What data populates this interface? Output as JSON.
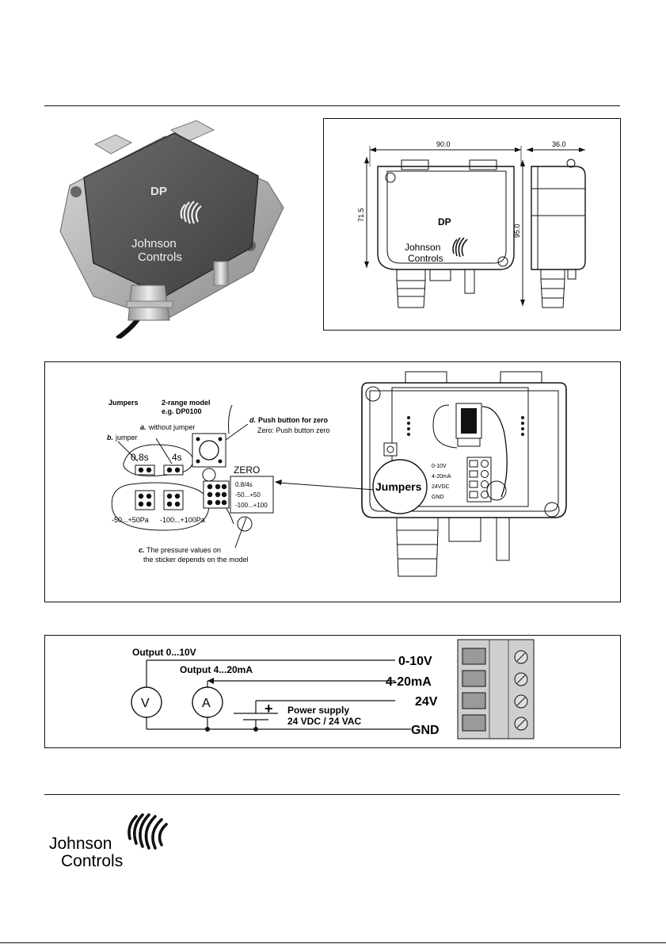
{
  "dimensions": {
    "width": "90.0",
    "depth": "36.0",
    "height_left": "71.5",
    "height_side": "95.0"
  },
  "device": {
    "label": "DP",
    "brand_line1": "Johnson",
    "brand_line2": "Controls"
  },
  "jumpers_section": {
    "jumpers_title": "Jumpers",
    "model_title_line1": "2-range model",
    "model_title_line2": "e.g. DP0100",
    "a_prefix": "a.",
    "a_text": "without jumper",
    "b_prefix": "b.",
    "b_text": "jumper",
    "d_prefix": "d.",
    "d_text": "Push button for zero",
    "zero_note": "Zero: Push button zero",
    "time_a": "0,8s",
    "time_b": "4s",
    "range_a": "-50...+50Pa",
    "range_b": "-100...+100Pa",
    "zero_label": "ZERO",
    "sticker": [
      "0.8/4s",
      "-50...+50",
      "-100...+100"
    ],
    "c_prefix": "c.",
    "c_line1": "The pressure values on",
    "c_line2": "the sticker depends on the model",
    "bubble": "Jumpers",
    "board_terminals": [
      "0-10V",
      "4-20mA",
      "24VDC",
      "GND"
    ]
  },
  "wiring": {
    "output_voltage": "Output 0...10V",
    "output_current": "Output 4...20mA",
    "meter_v": "V",
    "meter_a": "A",
    "plus": "+",
    "power_line1": "Power supply",
    "power_line2": "24 VDC / 24 VAC",
    "terminals": [
      "0-10V",
      "4-20mA",
      "24V",
      "GND"
    ]
  },
  "footer": {
    "brand_line1": "Johnson",
    "brand_line2": "Controls"
  }
}
